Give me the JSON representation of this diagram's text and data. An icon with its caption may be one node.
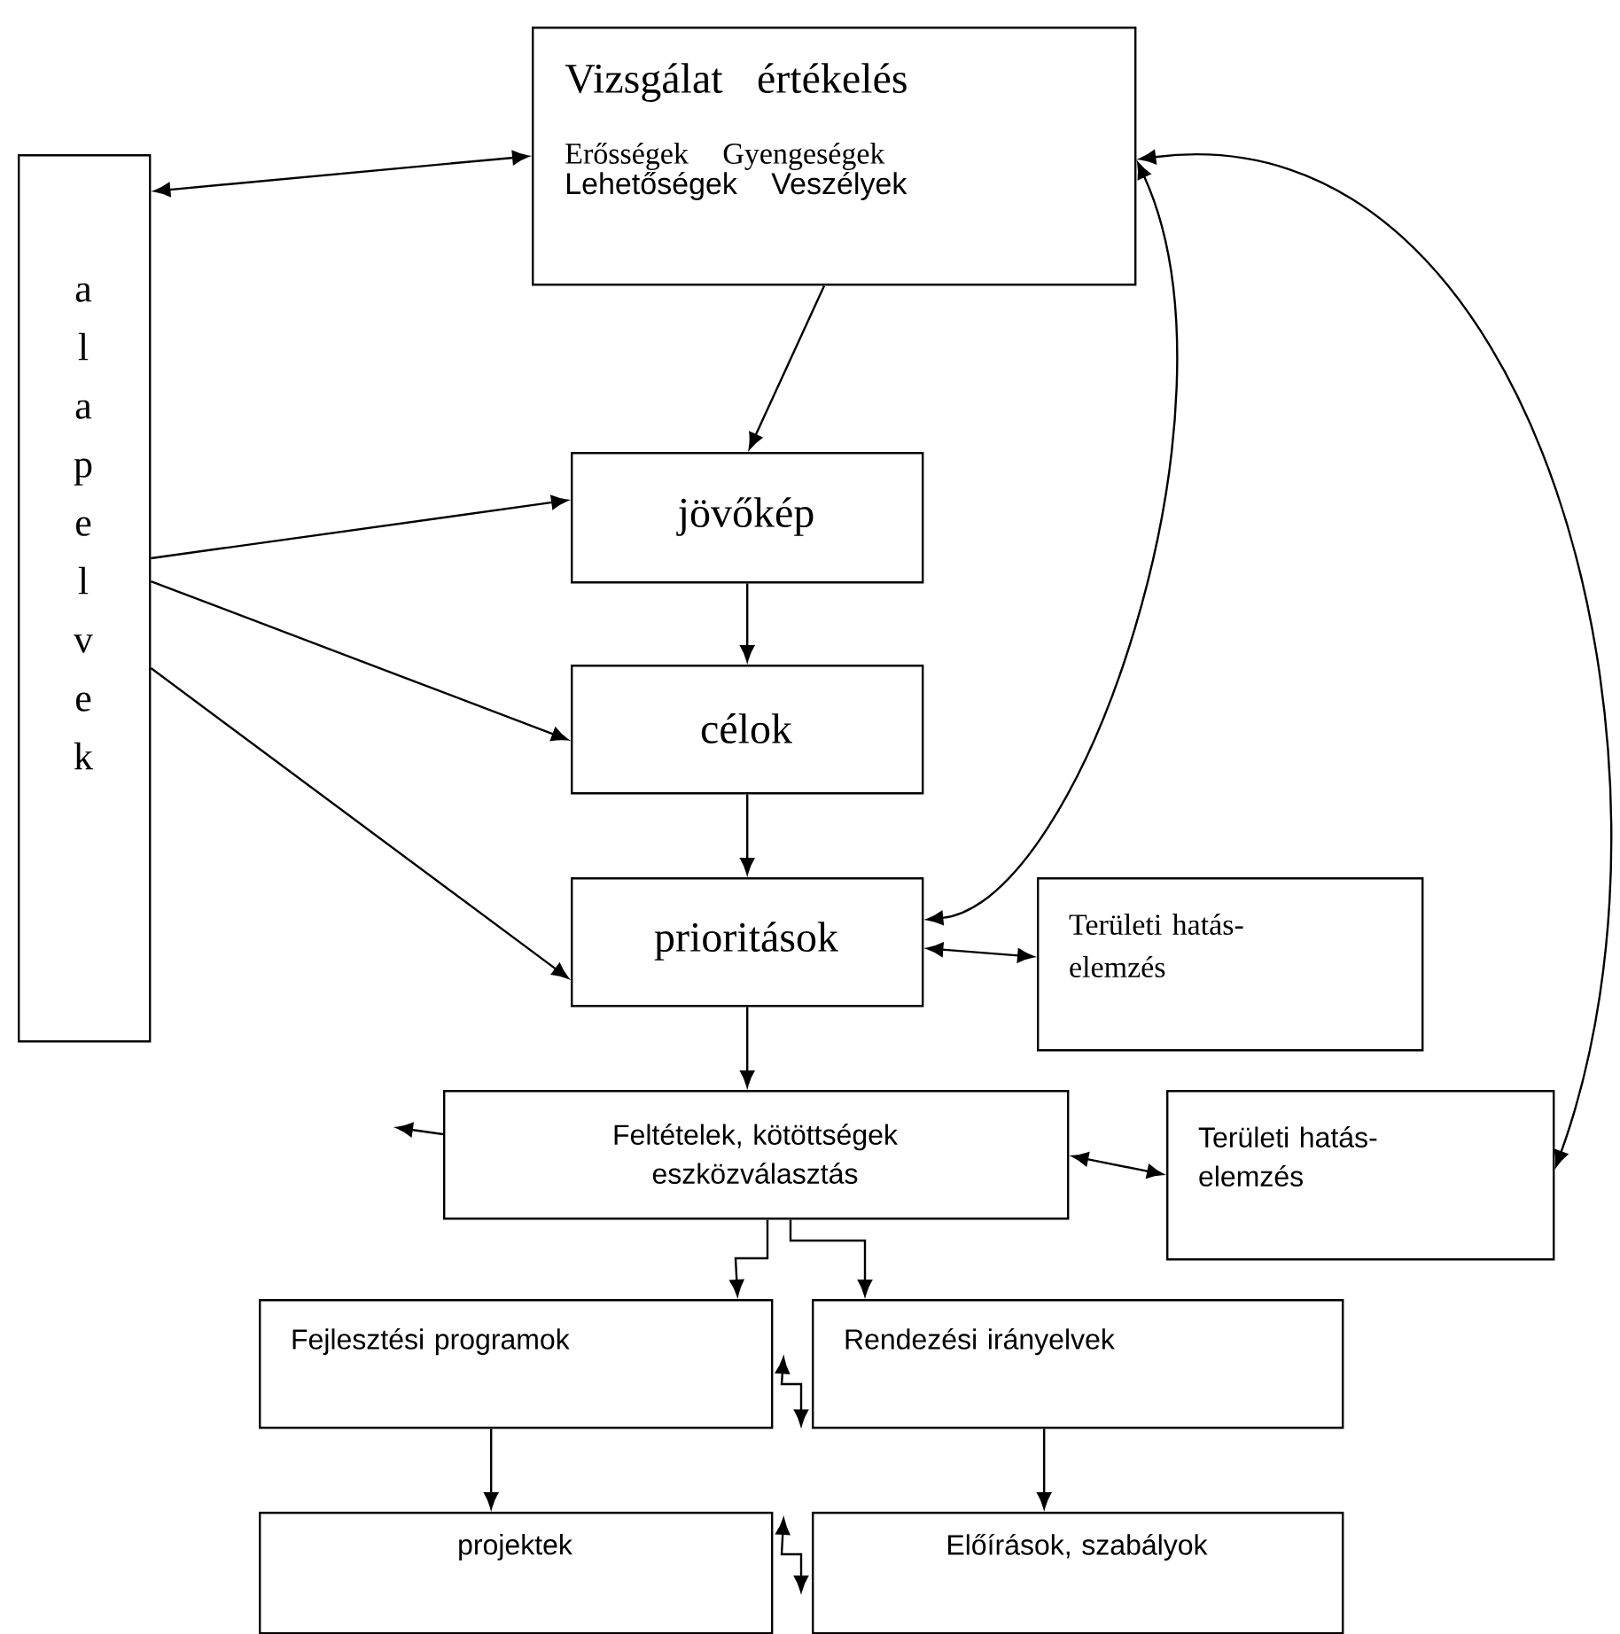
{
  "diagram": {
    "nodes": [
      {
        "text": [
          "Vizsgálat értékelés",
          "Erősségek Gyengeségek",
          "Lehetőségek Veszélyek"
        ]
      },
      {
        "text": [
          "a l a p e l v e k"
        ]
      },
      {
        "text": [
          "jövőkép"
        ]
      },
      {
        "text": [
          "célok"
        ]
      },
      {
        "text": [
          "prioritások"
        ]
      },
      {
        "text": [
          "Területi hatás- elemzés"
        ]
      },
      {
        "text": [
          "Feltételek, kötöttségek eszközválasztás"
        ]
      },
      {
        "text": [
          "Területi hatás- elemzés"
        ]
      },
      {
        "text": [
          "Fejlesztési programok"
        ]
      },
      {
        "text": [
          "Rendezési irányelvek"
        ]
      },
      {
        "text": [
          "projektek"
        ]
      },
      {
        "text": [
          "Előírások, szabályok"
        ]
      }
    ],
    "edges": [
      {
        "from": 1,
        "to": 0,
        "arrow": "both"
      },
      {
        "from": 0,
        "to": 2,
        "arrow": "to"
      },
      {
        "from": 1,
        "to": 2,
        "arrow": "to"
      },
      {
        "from": 1,
        "to": 3,
        "arrow": "to"
      },
      {
        "from": 1,
        "to": 4,
        "arrow": "to"
      },
      {
        "from": 2,
        "to": 3,
        "arrow": "to"
      },
      {
        "from": 3,
        "to": 4,
        "arrow": "to"
      },
      {
        "from": 4,
        "to": 0,
        "arrow": "both"
      },
      {
        "from": 4,
        "to": 5,
        "arrow": "both"
      },
      {
        "from": 4,
        "to": 6,
        "arrow": "to"
      },
      {
        "from": 6,
        "to": 7,
        "arrow": "both"
      },
      {
        "from": 7,
        "to": 0,
        "arrow": "both"
      },
      {
        "from": 6,
        "to": 8,
        "arrow": "to"
      },
      {
        "from": 6,
        "to": 9,
        "arrow": "to"
      },
      {
        "from": 8,
        "to": 9,
        "arrow": "both"
      },
      {
        "from": 8,
        "to": 10,
        "arrow": "to"
      },
      {
        "from": 9,
        "to": 11,
        "arrow": "to"
      },
      {
        "from": 10,
        "to": 11,
        "arrow": "both"
      },
      {
        "from": 6,
        "to": null,
        "arrow": "to"
      }
    ]
  }
}
